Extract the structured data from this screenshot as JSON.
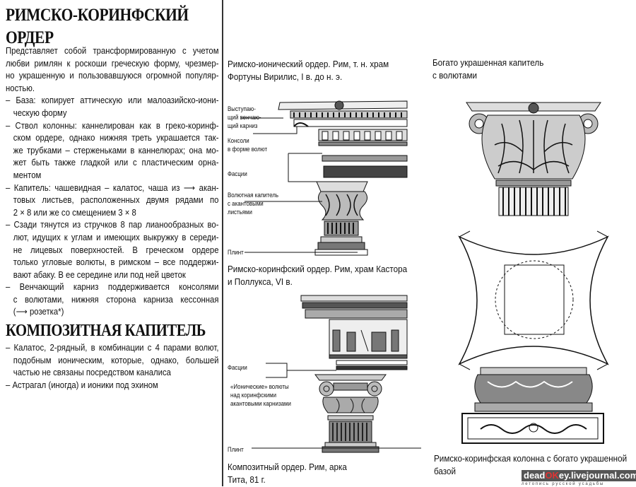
{
  "left": {
    "title1": [
      "РИМСКО-КОРИНФСКИЙ",
      "ОРДЕР"
    ],
    "intro": [
      "Представляет собой трансформированную с учетом",
      "любви римлян к роскоши греческую форму, чрезмер-",
      "но украшенную и пользовавшуюся огромной популяр-",
      "ностью."
    ],
    "bullets1": [
      [
        "– База: копирует аттическую или малоазийско-иони-",
        "ческую форму"
      ],
      [
        "– Ствол колонны: каннелирован как в греко-коринф-",
        "ском ордере, однако нижняя треть украшается так-",
        "же трубками – стерженьками в каннелюрах; она мо-",
        "жет быть также гладкой или с пластическим орна-",
        "ментом"
      ],
      [
        "– Капитель: чашевидная – калатос, чаша из ⟶ акан-",
        "товых листьев, расположенных двумя рядами по",
        "2 × 8 или же со смещением 3 × 8"
      ],
      [
        "– Сзади тянутся из стручков 8 пар лианообразных во-",
        "лют, идущих к углам и имеющих выкружку в середи-",
        "не лицевых поверхностей. В греческом ордере",
        "только угловые волюты, в римском – все поддержи-",
        "вают абаку. В ее середине или под ней цветок"
      ],
      [
        "– Венчающий карниз поддерживается консолями",
        "с волютами, нижняя сторона карниза кессонная",
        "(⟶ розетка*)"
      ]
    ],
    "title2": "КОМПОЗИТНАЯ КАПИТЕЛЬ",
    "bullets2": [
      [
        "– Калатос, 2-рядный, в комбинации с 4 парами волют,",
        "подобным ионическим, которые, однако, большей",
        "частью не связаны посредством каналиса"
      ],
      [
        "– Астрагал (иногда) и ионики под эхином"
      ]
    ]
  },
  "middle": {
    "caption1": [
      "Римско-ионический ордер. Рим, т. н. храм",
      "Фортуны Вирилис, I в. до н. э."
    ],
    "fig1_labels": {
      "cornice": [
        "Выступаю-",
        "щий венчаю-",
        "щий карниз"
      ],
      "consoles": [
        "Консоли",
        "в форме волют"
      ],
      "fascia": "Фасции",
      "capital": [
        "Волютная капитель",
        "с акантовыми",
        "листьями"
      ],
      "plinth": "Плинт"
    },
    "caption2": [
      "Римско-коринфский ордер. Рим, храм Кастора",
      "и Поллукса, VI в."
    ],
    "fig2_labels": {
      "fascia": "Фасции",
      "volutes": [
        "«Ионические» волюты",
        "над коринфскими",
        "акантовыми карнизами"
      ],
      "plinth": "Плинт"
    },
    "caption3": [
      "Композитный ордер. Рим, арка",
      "Тита, 81 г."
    ]
  },
  "right": {
    "caption1": [
      "Богато украшенная капитель",
      "с волютами"
    ],
    "caption2": [
      "Римско-коринфская колонна с богато украшенной",
      "базой"
    ]
  },
  "watermark": {
    "prefix": "dead",
    "accent": "OK",
    "suffix": "ey.livejournal.com",
    "tagline": "летопись русской усадьбы",
    "accent_color": "#e33333"
  }
}
